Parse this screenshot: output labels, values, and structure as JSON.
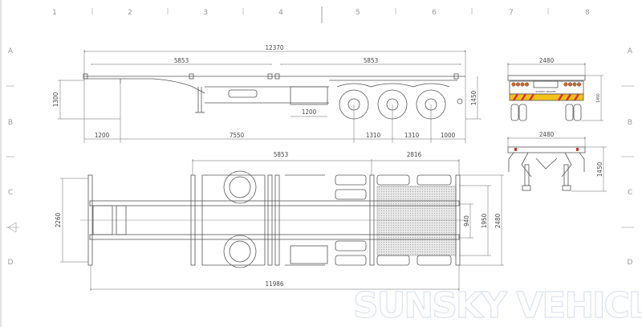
{
  "grid": {
    "columns": [
      "1",
      "2",
      "3",
      "4",
      "5",
      "6",
      "7",
      "8"
    ],
    "rows": [
      "A",
      "B",
      "C",
      "D"
    ]
  },
  "side_view": {
    "overall_length": "12370",
    "container_span_front": "5853",
    "container_span_rear": "5853",
    "coupling_height": "1300",
    "deck_height": "1450",
    "toolbox_length": "1200",
    "front_overhang": "1200",
    "kingpin_to_axle": "7550",
    "axle_spacing_1": "1310",
    "axle_spacing_2": "1310",
    "rear_overhang": "1000"
  },
  "top_view": {
    "container_span": "5853",
    "rear_section": "2816",
    "front_width": "2260",
    "overall_length": "11986",
    "inner_width": "940",
    "track_width": "1950",
    "overall_width": "2480"
  },
  "rear_view": {
    "width": "2480",
    "height": "1450",
    "plate_text": "SUNSKY TRAILER"
  },
  "front_view": {
    "width": "2480",
    "height": "1450"
  },
  "watermark": "SUNSKY VEHICLE",
  "colors": {
    "line": "#555555",
    "lamp": "#d9641c",
    "stripe_red": "#d8322a",
    "stripe_yellow": "#f2c21a"
  }
}
